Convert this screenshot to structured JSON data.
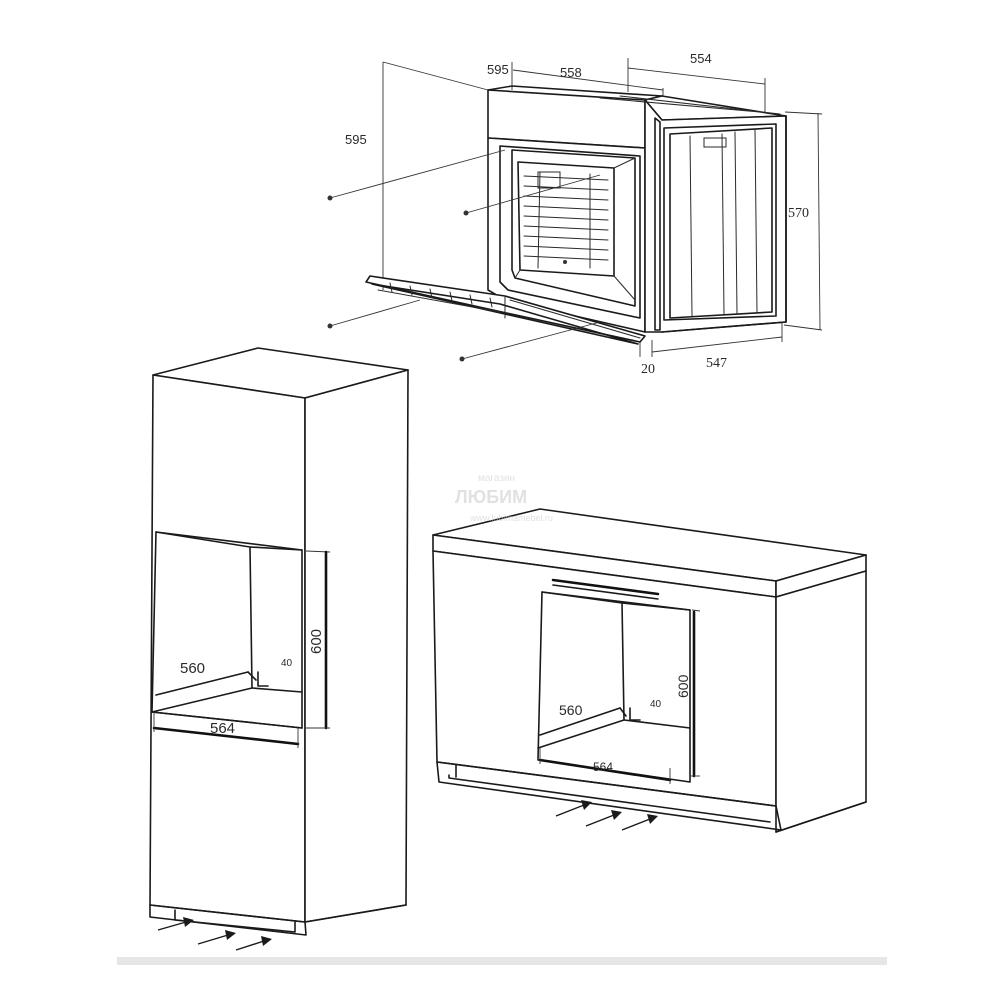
{
  "oven_dimensions": {
    "outer_depth_top": "595",
    "body_depth_top": "558",
    "side_depth_top": "554",
    "front_height": "595",
    "side_height": "570",
    "door_thickness": "20",
    "body_depth_bottom": "547"
  },
  "tall_cabinet_cutout": {
    "width_inner": "560",
    "width_outer": "564",
    "height": "600",
    "vent_gap": "40"
  },
  "under_counter_cutout": {
    "width_inner": "560",
    "width_outer": "564",
    "height": "600",
    "vent_gap": "40"
  },
  "watermark": {
    "line1": "магазин",
    "line2": "ЛЮБИМ",
    "line3": "www.lubimamebel.ru"
  }
}
